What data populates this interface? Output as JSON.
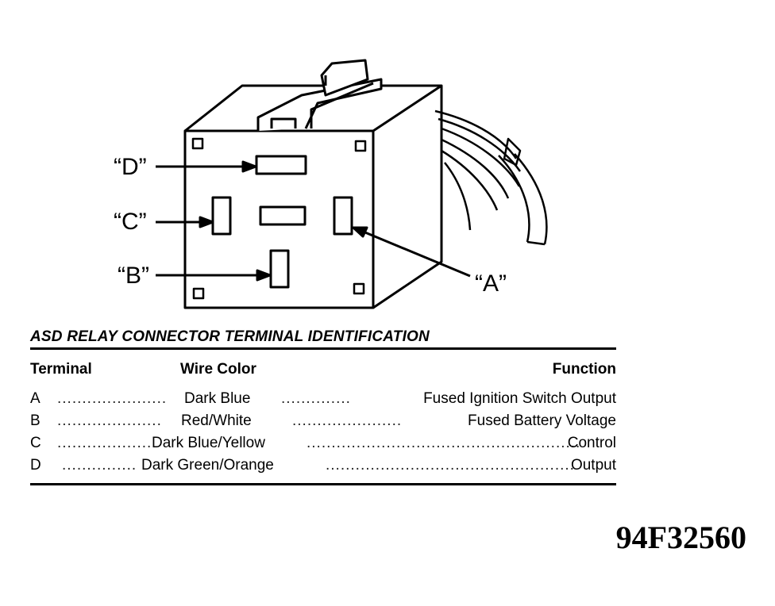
{
  "callouts": {
    "d": "“D”",
    "c": "“C”",
    "b": "“B”",
    "a": "“A”"
  },
  "table": {
    "title": "ASD RELAY CONNECTOR TERMINAL IDENTIFICATION",
    "headers": {
      "terminal": "Terminal",
      "wire_color": "Wire Color",
      "function": "Function"
    },
    "rows": [
      {
        "terminal": "A",
        "wire_color": "Dark Blue",
        "function": "Fused Ignition Switch Output"
      },
      {
        "terminal": "B",
        "wire_color": "Red/White",
        "function": "Fused Battery Voltage"
      },
      {
        "terminal": "C",
        "wire_color": "Dark Blue/Yellow",
        "function": "Control"
      },
      {
        "terminal": "D",
        "wire_color": "Dark Green/Orange",
        "function": "Output"
      }
    ]
  },
  "figure_id": "94F32560"
}
